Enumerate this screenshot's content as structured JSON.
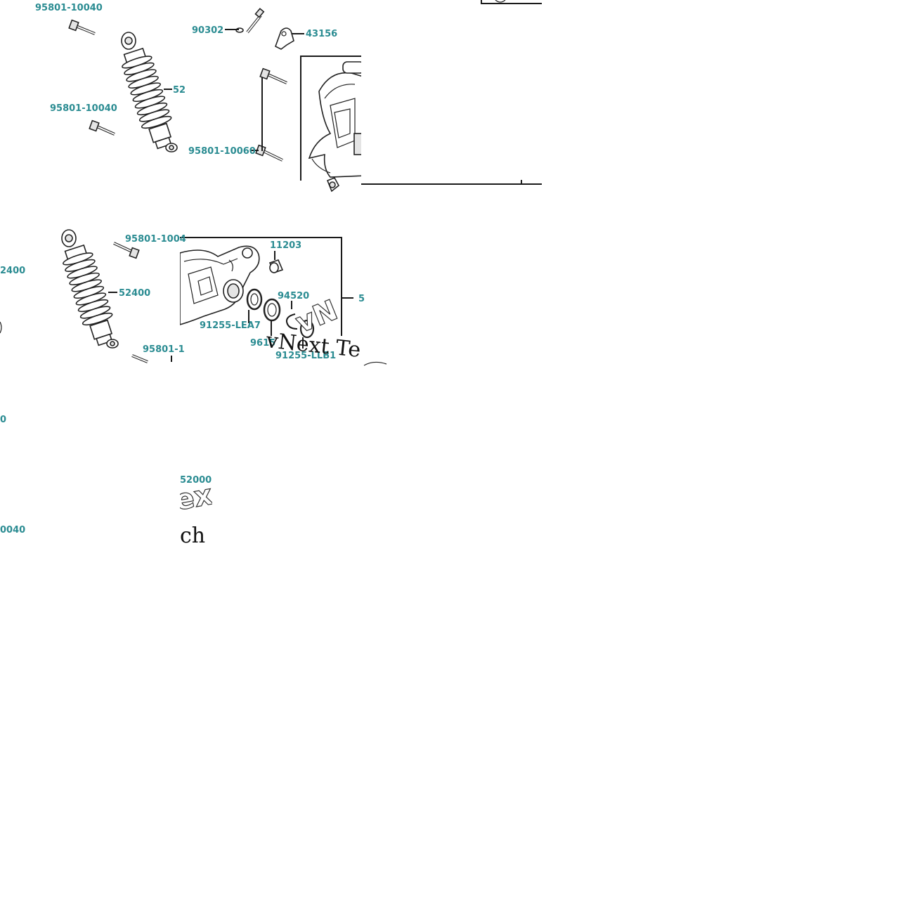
{
  "labels": {
    "a1": "95801-10040",
    "a2": "90302",
    "a3": "43156",
    "a4": "52",
    "a5": "95801-10040",
    "a6": "95801-10060",
    "b1": "2400",
    "b2": "95801-1004",
    "b3": "52400",
    "b4": "95801-1",
    "b5": "11203",
    "b6": "94520",
    "b7": "91255-LEA7",
    "b8": "9615",
    "b9": "91255-LLB1",
    "b10": "5",
    "c1": "0",
    "c2": "0040",
    "c3": "52000"
  },
  "watermark": {
    "text1": "vNext Te",
    "text2": "ch",
    "outline1": "vN",
    "outline2": "ex"
  },
  "colors": {
    "label": "#2b8c92",
    "line": "#1a1a1a"
  }
}
